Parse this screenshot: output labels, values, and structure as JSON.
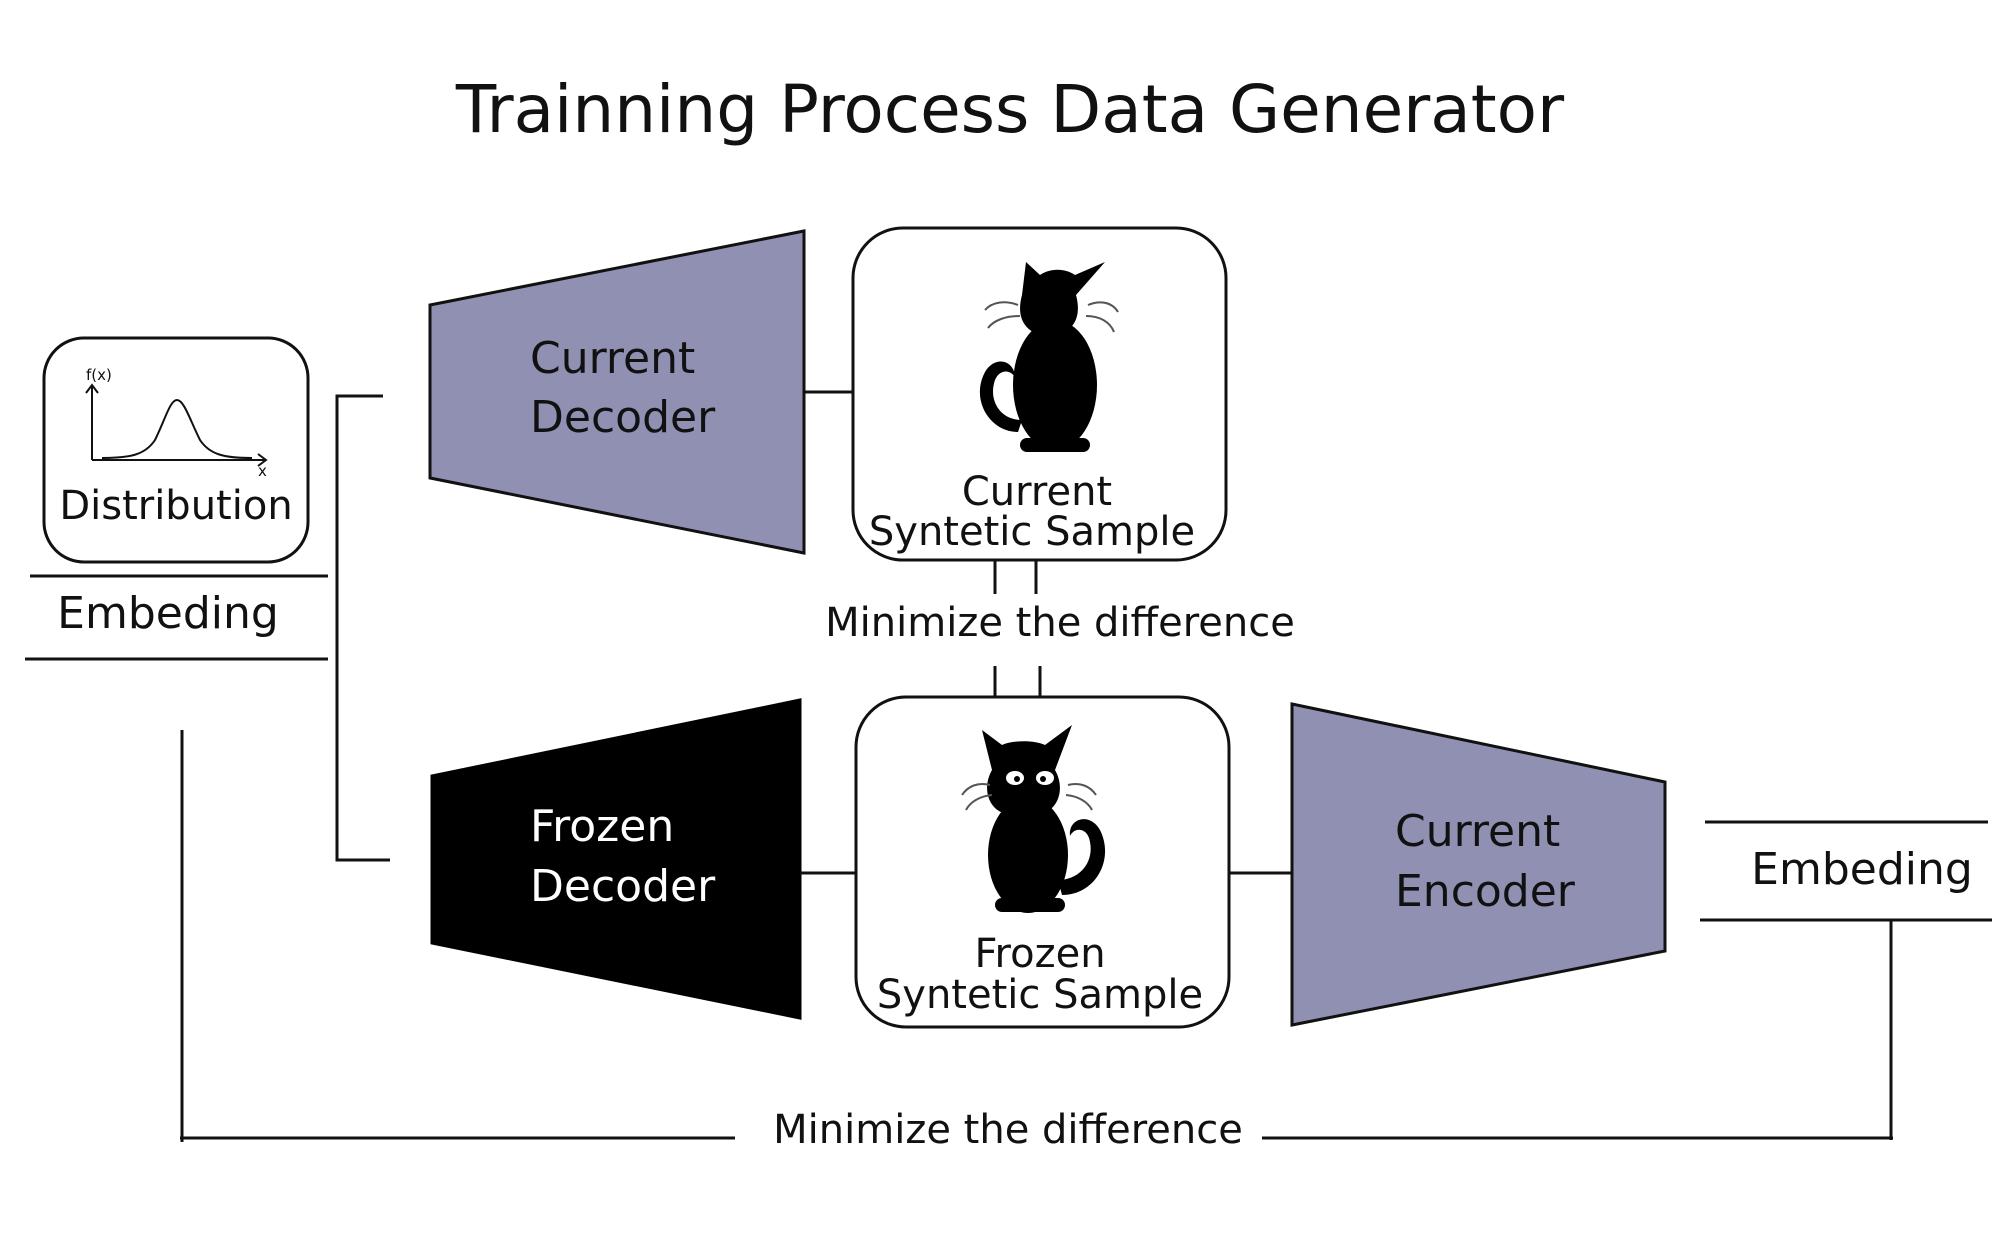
{
  "title": "Trainning Process Data Generator",
  "colors": {
    "trainable": "#9090b3",
    "frozen": "#000000",
    "line": "#111111"
  },
  "distribution": {
    "label": "Distribution",
    "y_axis": "f(x)",
    "x_axis": "x"
  },
  "embedding_left": "Embeding",
  "embedding_right": "Embeding",
  "current_decoder": {
    "line1": "Current",
    "line2": "Decoder"
  },
  "frozen_decoder": {
    "line1": "Frozen",
    "line2": "Decoder"
  },
  "current_encoder": {
    "line1": "Current",
    "line2": "Encoder"
  },
  "current_sample": {
    "line1": "Current",
    "line2": "Syntetic Sample",
    "icon": "cat-icon"
  },
  "frozen_sample": {
    "line1": "Frozen",
    "line2": "Syntetic Sample",
    "icon": "cat-icon"
  },
  "minimize_top": "Minimize the difference",
  "minimize_bottom": "Minimize the difference"
}
